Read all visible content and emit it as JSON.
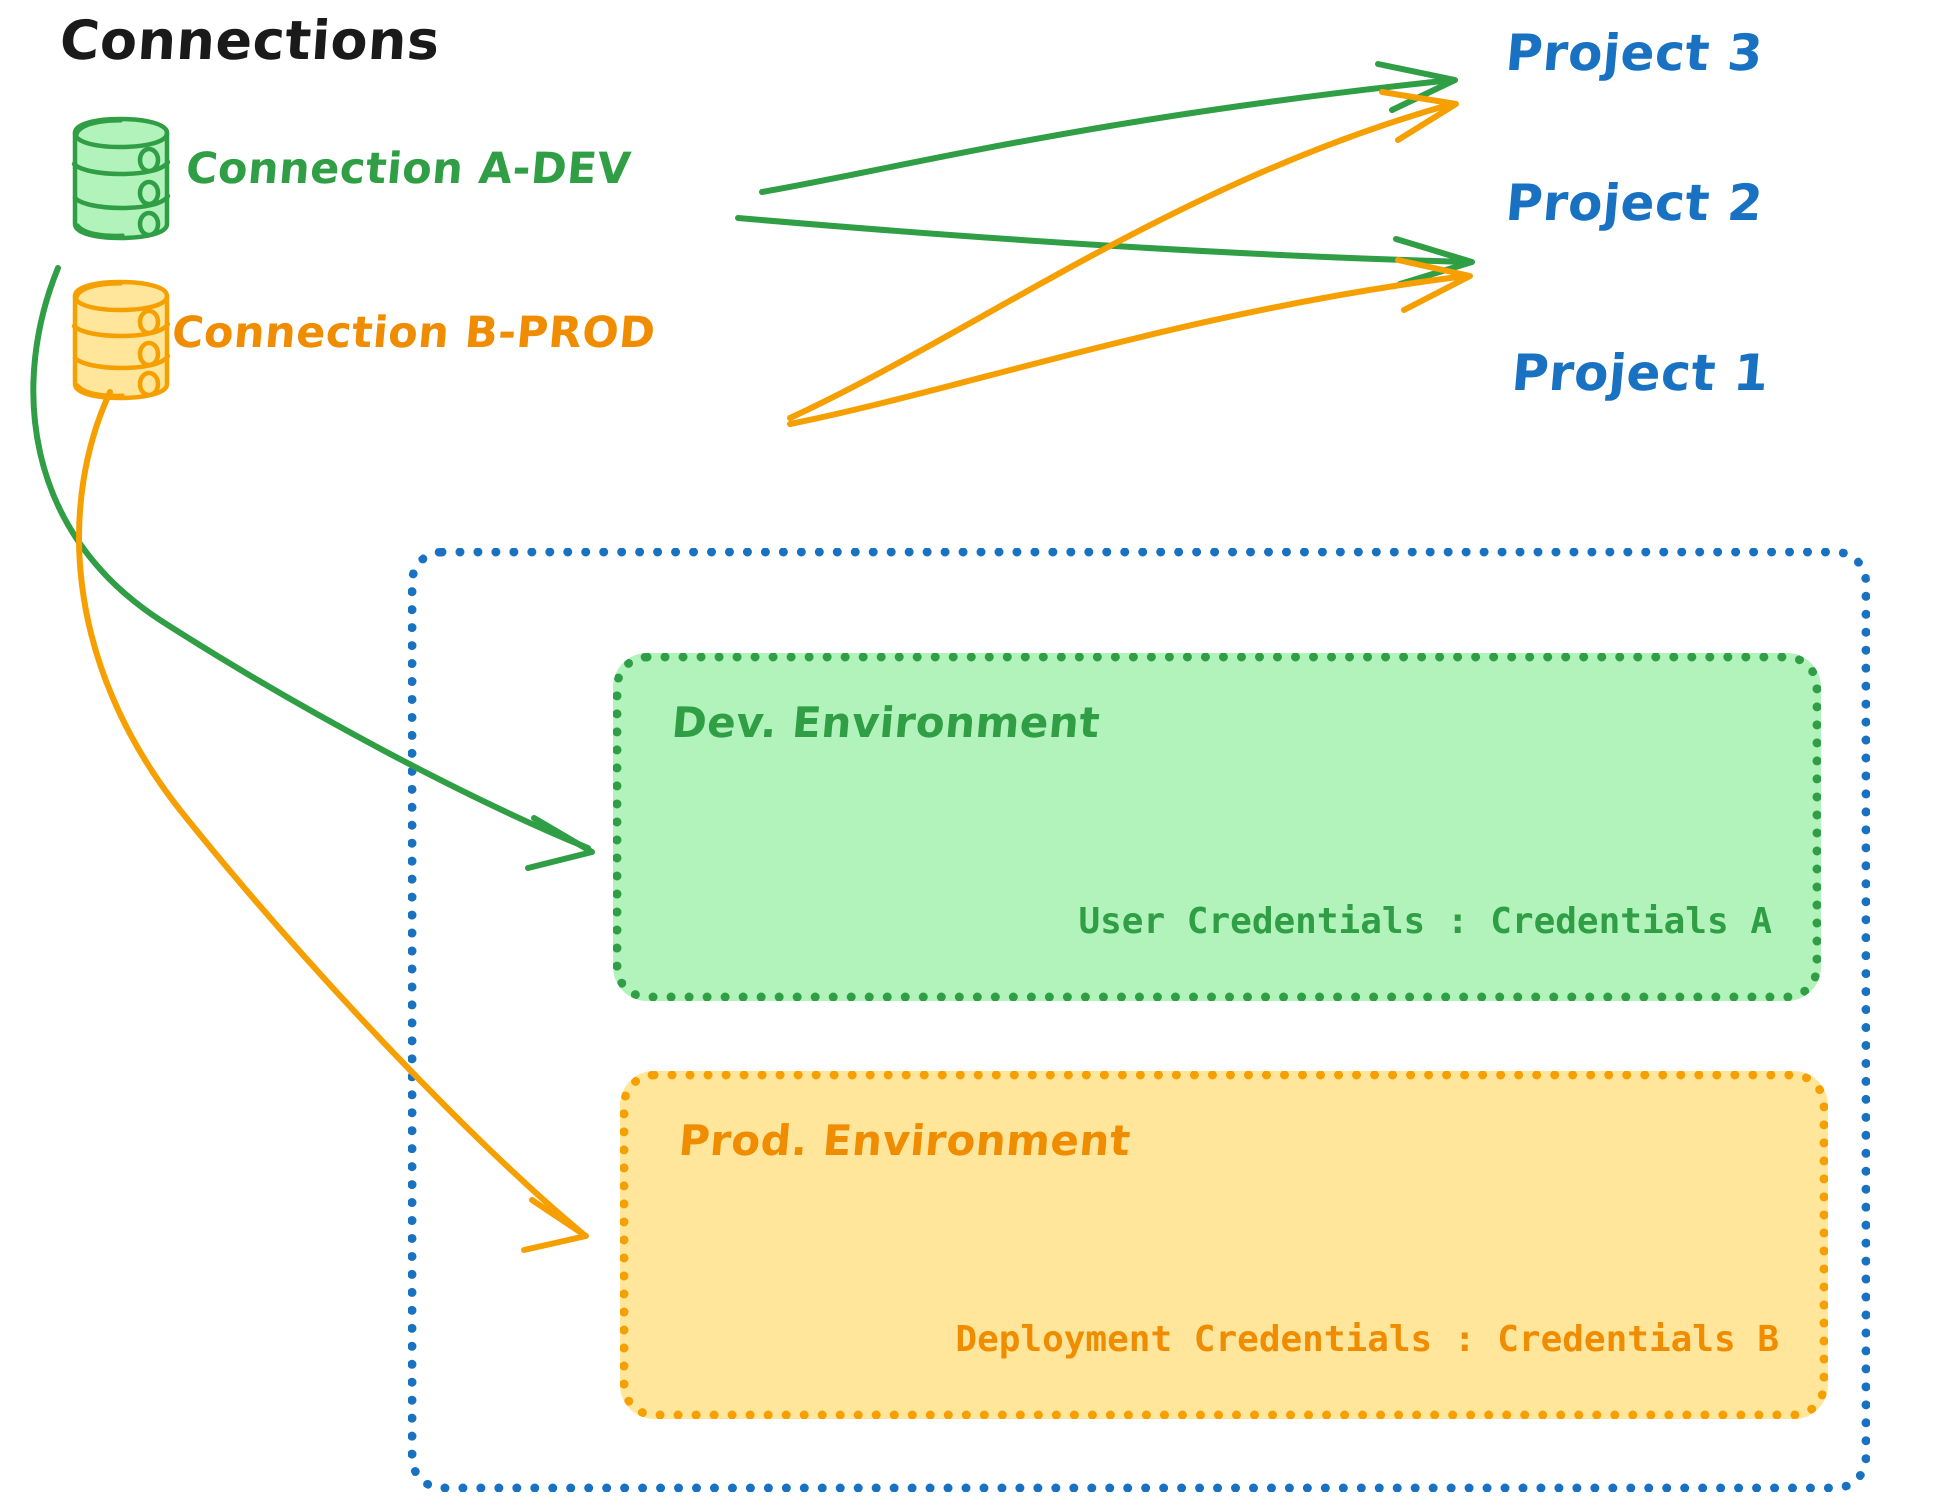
{
  "title": "Connections",
  "colors": {
    "green_stroke": "#2f9e44",
    "green_fill": "#b2f2bb",
    "orange_stroke": "#f59f00",
    "orange_text": "#f08c00",
    "orange_fill": "#ffe69a",
    "blue": "#1971c2",
    "black": "#1a1a1a",
    "background": "#ffffff"
  },
  "connections": [
    {
      "id": "a-dev",
      "label": "Connection A-DEV",
      "icon": "database-cylinder-icon",
      "color": "#2f9e44",
      "targets": [
        "Project 3",
        "Project 2",
        "Dev. Environment"
      ]
    },
    {
      "id": "b-prod",
      "label": "Connection B-PROD",
      "icon": "database-cylinder-icon",
      "color": "#f59f00",
      "targets": [
        "Project 3",
        "Project 2",
        "Prod. Environment"
      ]
    }
  ],
  "projects": [
    {
      "id": "project-3",
      "label": "Project 3"
    },
    {
      "id": "project-2",
      "label": "Project 2"
    },
    {
      "id": "project-1",
      "label": "Project 1"
    }
  ],
  "project1": {
    "label": "Project 1",
    "environments": [
      {
        "id": "dev",
        "title": "Dev. Environment",
        "credentials_label": "User Credentials : Credentials A",
        "color": "#2f9e44",
        "fill": "#b2f2bb"
      },
      {
        "id": "prod",
        "title": "Prod. Environment",
        "credentials_label": "Deployment Credentials : Credentials B",
        "color": "#f59f00",
        "fill": "#ffe69a"
      }
    ]
  },
  "arrows": [
    {
      "id": "a-dev-to-project3",
      "from": "Connection A-DEV",
      "to": "Project 3",
      "color": "#2f9e44"
    },
    {
      "id": "a-dev-to-project2",
      "from": "Connection A-DEV",
      "to": "Project 2",
      "color": "#2f9e44"
    },
    {
      "id": "a-dev-to-dev-env",
      "from": "Connection A-DEV",
      "to": "Dev. Environment",
      "color": "#2f9e44"
    },
    {
      "id": "b-prod-to-project3",
      "from": "Connection B-PROD",
      "to": "Project 3",
      "color": "#f59f00"
    },
    {
      "id": "b-prod-to-project2",
      "from": "Connection B-PROD",
      "to": "Project 2",
      "color": "#f59f00"
    },
    {
      "id": "b-prod-to-prod-env",
      "from": "Connection B-PROD",
      "to": "Prod. Environment",
      "color": "#f59f00"
    }
  ]
}
